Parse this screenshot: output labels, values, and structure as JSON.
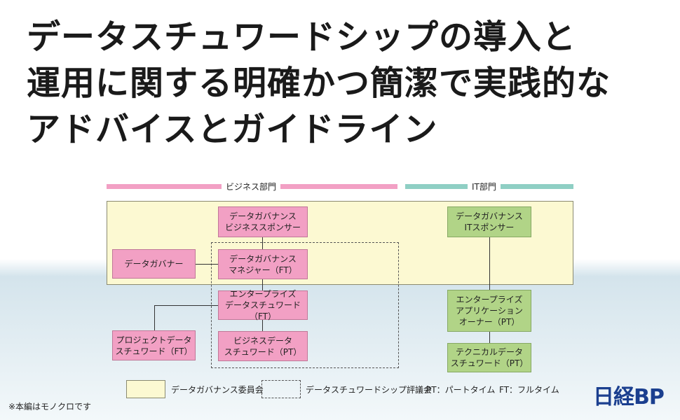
{
  "title": {
    "line1": "データスチュワードシップの導入と",
    "line2": "運用に関する明確かつ簡潔で実践的な",
    "line3": "アドバイスとガイドライン"
  },
  "departments": {
    "business": "ビジネス部門",
    "it": "IT部門"
  },
  "nodes": {
    "dg_business_sponsor": "データガバナンス\nビジネススポンサー",
    "data_governor": "データガバナー",
    "dg_manager": "データガバナンス\nマネジャー（FT）",
    "enterprise_steward": "エンタープライズ\nデータスチュワード（FT）",
    "project_steward": "プロジェクトデータ\nスチュワード（FT）",
    "business_steward": "ビジネスデータ\nスチュワード（PT）",
    "dg_it_sponsor": "データガバナンス\nITスポンサー",
    "enterprise_app_owner": "エンタープライズ\nアプリケーション\nオーナー（PT）",
    "technical_steward": "テクニカルデータ\nスチュワード（PT）"
  },
  "legend": {
    "committee": "データガバナンス委員会",
    "council": "データスチュワードシップ評議会",
    "pt": "PT：パートタイム",
    "ft": "FT：フルタイム"
  },
  "note": "※本編はモノクロです",
  "logo": "日経BP",
  "colors": {
    "pink": "#f2a0c4",
    "green": "#b1d487",
    "committee": "#fcf9d2",
    "teal": "#8fcfc4",
    "logo": "#1b3f8f"
  }
}
